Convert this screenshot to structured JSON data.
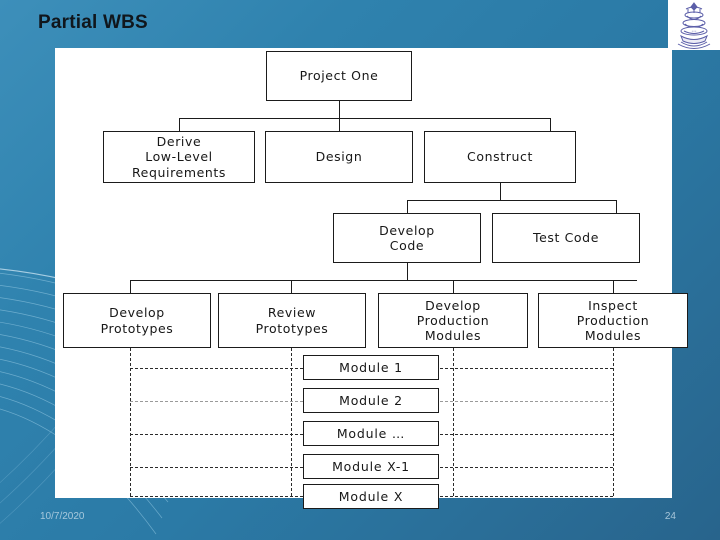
{
  "slide": {
    "title": "Partial WBS",
    "background_color": "#2f82ae",
    "panel_color": "#ffffff"
  },
  "emblem": {
    "name": "university-seal",
    "color": "#5b5ea8"
  },
  "footer": {
    "date": "10/7/2020",
    "page_number": "24"
  },
  "chart_data": {
    "type": "diagram",
    "diagram_kind": "work-breakdown-structure",
    "title": "Partial WBS",
    "levels": [
      {
        "level": 1,
        "nodes": [
          {
            "id": "project-one",
            "label": "Project One"
          }
        ]
      },
      {
        "level": 2,
        "nodes": [
          {
            "id": "derive-low-level-requirements",
            "label": "Derive\nLow-Level\nRequirements",
            "parent": "project-one"
          },
          {
            "id": "design",
            "label": "Design",
            "parent": "project-one"
          },
          {
            "id": "construct",
            "label": "Construct",
            "parent": "project-one"
          }
        ]
      },
      {
        "level": 3,
        "nodes": [
          {
            "id": "develop-code",
            "label": "Develop\nCode",
            "parent": "construct"
          },
          {
            "id": "test-code",
            "label": "Test Code",
            "parent": "construct"
          }
        ]
      },
      {
        "level": 4,
        "nodes": [
          {
            "id": "develop-prototypes",
            "label": "Develop\nPrototypes",
            "parent": "develop-code"
          },
          {
            "id": "review-prototypes",
            "label": "Review\nPrototypes",
            "parent": "develop-code"
          },
          {
            "id": "develop-production-modules",
            "label": "Develop\nProduction\nModules",
            "parent": "develop-code"
          },
          {
            "id": "inspect-production-modules",
            "label": "Inspect\nProduction\nModules",
            "parent": "develop-code"
          }
        ]
      },
      {
        "level": 5,
        "connector_style": "dashed",
        "nodes": [
          {
            "id": "module-1",
            "label": "Module 1"
          },
          {
            "id": "module-2",
            "label": "Module 2"
          },
          {
            "id": "module-ellipsis",
            "label": "Module …"
          },
          {
            "id": "module-x-1",
            "label": "Module X-1"
          },
          {
            "id": "module-x",
            "label": "Module X"
          }
        ]
      }
    ]
  }
}
